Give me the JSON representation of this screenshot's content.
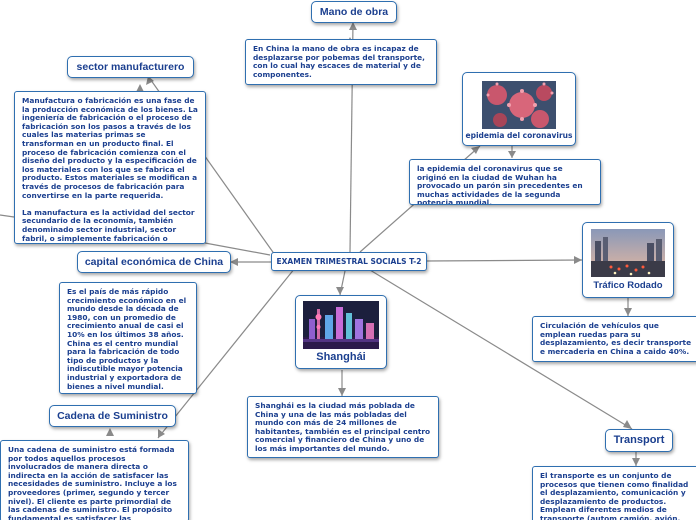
{
  "central": "EXAMEN TRIMESTRAL SOCIALS T-2",
  "topics": {
    "mano_de_obra": "Mano de obra",
    "sector_manufacturero": "sector manufacturero",
    "capital_economica": "capital económica de China",
    "cadena_suministro": "Cadena de Suministro",
    "epidemia": "epidemia del coronavirus",
    "trafico": "Tráfico Rodado",
    "shanghai": "Shanghái",
    "transport": "Transport"
  },
  "notes": {
    "mano_de_obra": "En China la  mano de obra es incapaz de desplazarse por pobemas del transporte, con lo cual hay escaces de material y de componentes.",
    "sector_manufacturero": "Manufactura o fabricación es una fase de la producción económica de los bienes. La ingeniería de fabricación o el proceso de fabricación son los pasos a través de los cuales las materias primas se transforman en un producto final. El proceso de fabricación comienza con el diseño del producto y la especificación de los materiales con los que se fabrica el producto. Estos materiales se modifican a través de procesos de fabricación para convertirse en la parte requerida.\n\nLa manufactura es la actividad del sector secundario de la economía, también denominado sector industrial, sector fabril, o simplemente fabricación o industria.",
    "capital_economica": "Es el país de más rápido crecimiento económico en el mundo desde la década de 1980, con un promedio de crecimiento anual de casi el 10% en los últimos 38 años. China es el centro mundial para la fabricación de todo tipo de productos y la indiscutible mayor potencia industrial y exportadora de bienes a nivel mundial.",
    "cadena_suministro": "Una cadena de suministro está formada por todos aquellos procesos involucrados de manera directa o indirecta en la acción de satisfacer las necesidades de suministro. Incluye a los proveedores (primer, segundo y tercer nivel).                    El cliente es parte primordial de las cadenas de suministro. El propósito fundamental es satisfacer las necesidades del cliente. Cada",
    "epidemia": "la epidemia del coronavirus que se originó en la ciudad de Wuhan ha provocado un parón sin precedentes en muchas actividades de la segunda potencia mundial.",
    "trafico": "Circulación de vehículos que emplean ruedas para su desplazamiento, es decir transporte e mercaderia en China a caido 40%.",
    "shanghai": "Shanghái es la ciudad más poblada de China y una de las más pobladas del mundo con más de 24 millones de habitantes, también es el principal centro comercial y financiero de China y uno de los más importantes del mundo.",
    "transport": "El transporte es un conjunto de procesos que tienen como finalidad el desplazamiento, comunicación y desplazamiento de productos. Emplean diferentes medios de transporte (autom camión, avión, etc.) que circulan por"
  },
  "colors": {
    "border": "#2f6fb0",
    "text": "#1b3f8f",
    "line": "#7a7a7a"
  }
}
